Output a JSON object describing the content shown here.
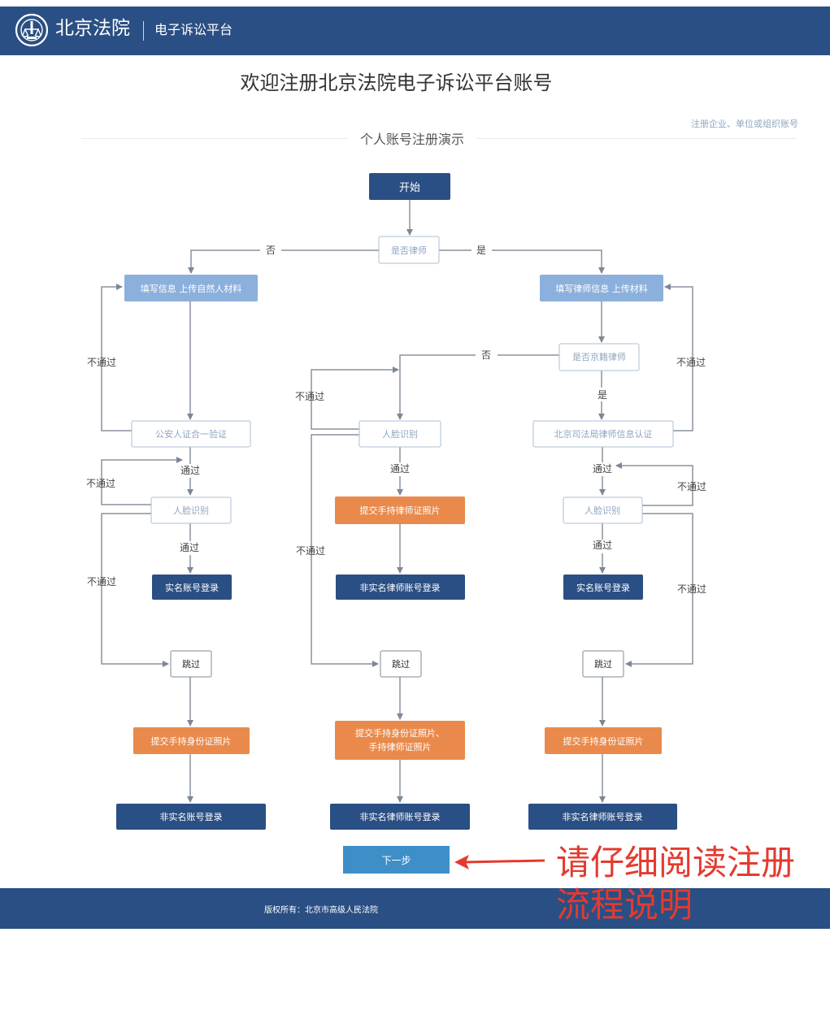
{
  "header": {
    "brand": "北京法院",
    "subtitle": "电子诉讼平台",
    "emblem": "court-emblem-icon"
  },
  "page": {
    "title": "欢迎注册北京法院电子诉讼平台账号",
    "corp_link": "注册企业、单位或组织账号",
    "section_title": "个人账号注册演示"
  },
  "flow": {
    "start": "开始",
    "is_lawyer": "是否律师",
    "no": "否",
    "yes": "是",
    "pass": "通过",
    "fail": "不通过",
    "skip": "跳过",
    "left": {
      "fill": "填写信息 上传自然人材料",
      "verify": "公安人证合一验证",
      "face": "人脸识别",
      "realname": "实名账号登录",
      "submit_id": "提交手持身份证照片",
      "nonreal": "非实名账号登录"
    },
    "middle": {
      "face": "人脸识别",
      "submit_cert": "提交手持律师证照片",
      "nonreal_lawyer_1": "非实名律师账号登录",
      "submit_both_1": "提交手持身份证照片、",
      "submit_both_2": "手持律师证照片",
      "nonreal_lawyer_2": "非实名律师账号登录"
    },
    "right": {
      "fill": "填写律师信息 上传材料",
      "is_beijing": "是否京籍律师",
      "bureau": "北京司法局律师信息认证",
      "face": "人脸识别",
      "realname": "实名账号登录",
      "submit_id": "提交手持身份证照片",
      "nonreal_lawyer": "非实名律师账号登录"
    }
  },
  "next_button": "下一步",
  "footer": {
    "copyright": "版权所有：北京市高级人民法院"
  },
  "annotation": {
    "line1": "请仔细阅读注册",
    "line2": "流程说明"
  },
  "colors": {
    "navy": "#2a4f84",
    "light_blue": "#8cb0dc",
    "orange": "#e98a4c",
    "button_blue": "#3e8fc8",
    "annotation_red": "#e43a2f"
  }
}
